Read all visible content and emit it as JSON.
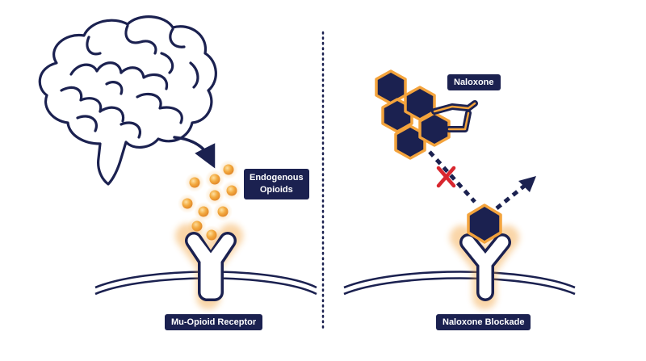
{
  "labels": {
    "endogenous_line1": "Endogenous",
    "endogenous_line2": "Opioids",
    "mu_receptor": "Mu-Opioid Receptor",
    "naloxone": "Naloxone",
    "naloxone_blockade": "Naloxone Blockade"
  },
  "colors": {
    "navy": "#1b2150",
    "orange": "#f0a53a",
    "red": "#d8262e",
    "divider": "#1b2150"
  },
  "icons": {
    "left_panel": [
      "brain-icon",
      "arrow-icon",
      "opioid-molecules",
      "receptor-icon",
      "membrane-icon"
    ],
    "right_panel": [
      "naloxone-molecule-icon",
      "cross-icon",
      "blocked-receptor-icon",
      "membrane-icon"
    ]
  }
}
